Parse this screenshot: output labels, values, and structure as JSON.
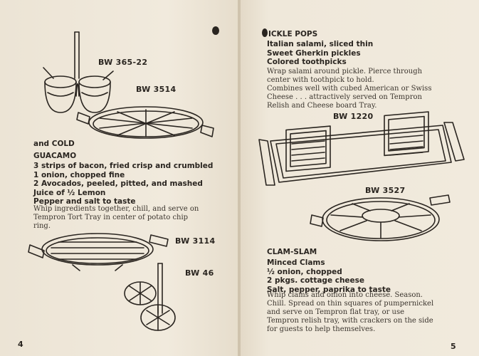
{
  "left_page": {
    "labels": {
      "bw1": "BW 365-22",
      "bw2": "BW 3514",
      "bw3": "BW 3114",
      "bw4": "BW 46"
    },
    "intro": "and COLD",
    "recipe_title": "GUACAMO",
    "ingredients": [
      "3 strips of bacon, fried crisp and crumbled",
      "1 onion, chopped fine",
      "2 Avocados, peeled, pitted, and mashed",
      "Juice of ½ Lemon",
      "Pepper and salt to taste"
    ],
    "instructions": [
      "Whip ingredients together, chill, and serve on",
      "Tempron Tort Tray in center of potato chip",
      "ring."
    ],
    "page_number": "4"
  },
  "right_page": {
    "recipe1_title": "ICKLE POPS",
    "recipe1_ingredients": [
      "Italian salami, sliced thin",
      "Sweet Gherkin pickles",
      "Colored toothpicks"
    ],
    "recipe1_instructions": [
      "Wrap salami around pickle. Pierce through",
      "center with toothpick to hold.",
      "Combines well with cubed American or Swiss",
      "Cheese . . . attractively served on Tempron",
      "Relish and Cheese board Tray."
    ],
    "labels": {
      "bw1": "BW 1220",
      "bw2": "BW 3527"
    },
    "recipe2_title": "CLAM-SLAM",
    "recipe2_ingredients": [
      "Minced Clams",
      "½ onion, chopped",
      "2 pkgs. cottage cheese",
      "Salt, pepper, paprika to taste"
    ],
    "recipe2_instructions": [
      "Whip clams and onion into cheese. Season.",
      "Chill. Spread on thin squares of pumpernickel",
      "and serve on Tempron flat tray, or use",
      "Tempron relish tray, with crackers on the side",
      "for guests to help themselves."
    ],
    "page_number": "5"
  }
}
